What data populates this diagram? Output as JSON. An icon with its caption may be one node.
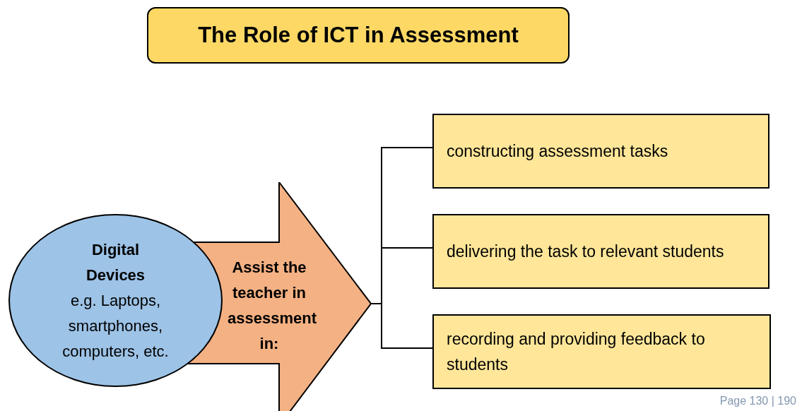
{
  "diagram": {
    "title": "The Role of ICT in Assessment",
    "nodes": [
      {
        "text": [
          "Digital Devices",
          "e.g. Laptops, smartphones, computers, etc."
        ]
      },
      {
        "text": [
          "Assist the teacher in assessment in:"
        ]
      },
      {
        "text": [
          "constructing assessment tasks"
        ]
      },
      {
        "text": [
          "delivering the task to relevant students"
        ]
      },
      {
        "text": [
          "recording and providing feedback to students"
        ]
      }
    ],
    "edges": [
      {
        "from": 1,
        "to": 2,
        "arrow": "none"
      },
      {
        "from": 1,
        "to": 3,
        "arrow": "none"
      },
      {
        "from": 1,
        "to": 4,
        "arrow": "none"
      }
    ],
    "labels": [
      "Page 130 | 190"
    ]
  }
}
